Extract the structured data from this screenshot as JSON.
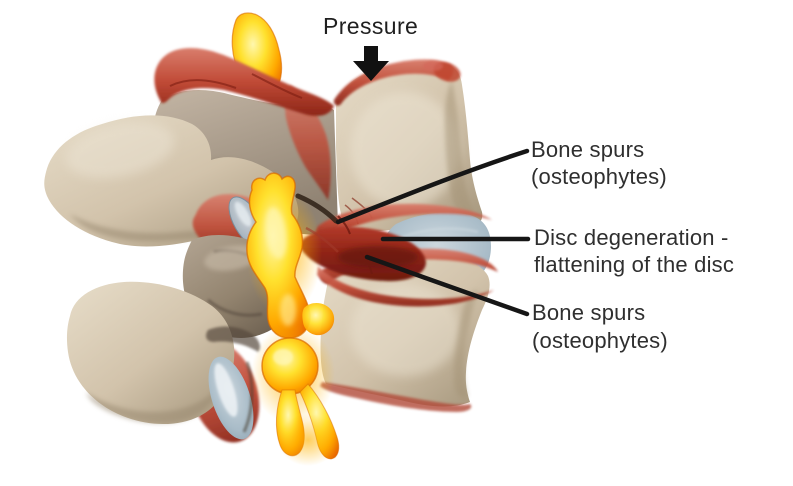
{
  "figure": {
    "background_color": "#ffffff",
    "pressure_label": "Pressure",
    "pressure_arrow_icon": "thick-down-arrow",
    "callouts": [
      {
        "id": "bone-spurs-upper",
        "line1": "Bone spurs",
        "line2": "(osteophytes)"
      },
      {
        "id": "disc-degeneration",
        "line1": "Disc degeneration -",
        "line2": "flattening of the disc"
      },
      {
        "id": "bone-spurs-lower",
        "line1": "Bone spurs",
        "line2": "(osteophytes)"
      }
    ],
    "colors": {
      "bone": "#d2c4ad",
      "bone_shadow": "#a5967e",
      "inflamed_red": "#c04a36",
      "deep_red": "#8e2315",
      "disc_cartilage": "#a9bcc8",
      "nerve_yellow": "#ffe12e",
      "nerve_orange": "#f08300",
      "annotation_line": "#161616",
      "annotation_text": "#2f2f2f"
    }
  }
}
